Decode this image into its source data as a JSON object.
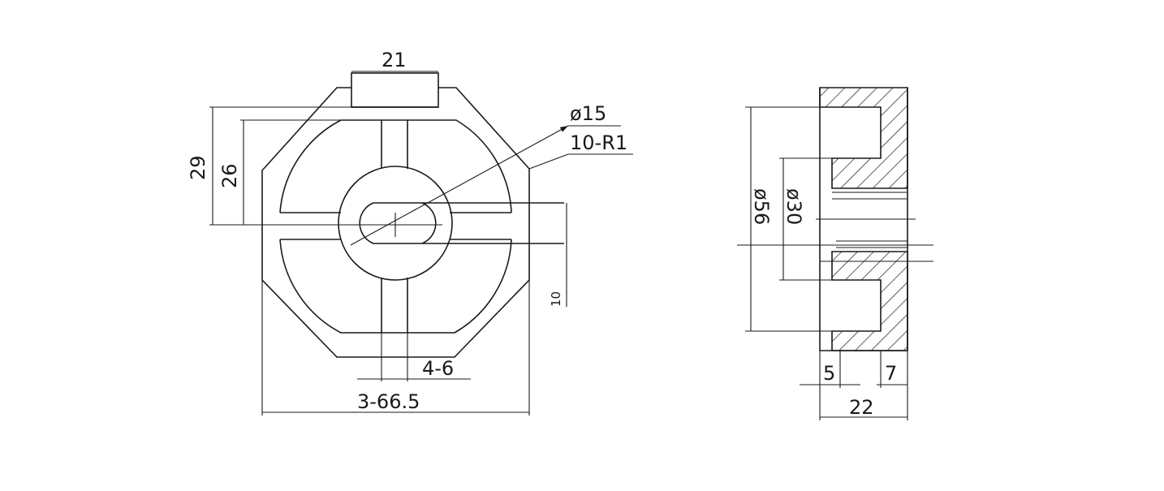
{
  "drawing": {
    "front_view": {
      "width_dim": "21",
      "height_dim_outer": "29",
      "height_dim_inner": "26",
      "bore_dim": "ø15",
      "radius_note": "10-R1",
      "offset_dim": "10",
      "slot_dim": "4-6",
      "overall_dim": "3-66.5"
    },
    "side_view": {
      "outer_dia": "ø56",
      "inner_dia": "ø30",
      "flange_dim": "5",
      "step_dim": "7",
      "total_dim": "22"
    }
  },
  "colors": {
    "ink": "#1a1a1a",
    "background": "#ffffff"
  }
}
